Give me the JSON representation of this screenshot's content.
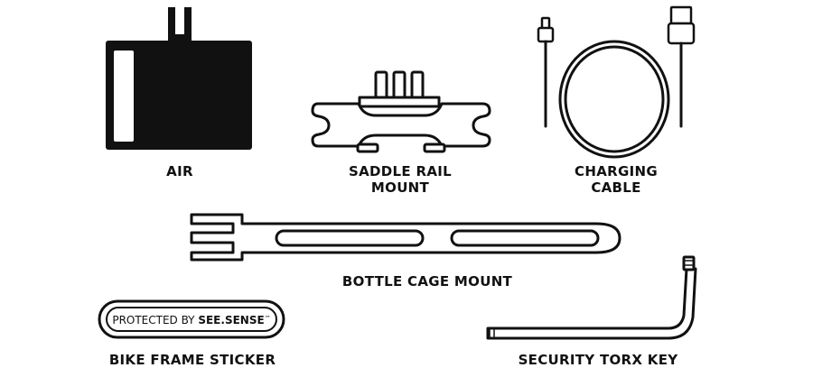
{
  "items": [
    {
      "id": "air",
      "lines": [
        "AIR"
      ]
    },
    {
      "id": "saddle_rail_mount",
      "lines": [
        "SADDLE RAIL",
        "MOUNT"
      ]
    },
    {
      "id": "charging_cable",
      "lines": [
        "CHARGING",
        "CABLE"
      ]
    },
    {
      "id": "bottle_cage_mount",
      "lines": [
        "BOTTLE CAGE MOUNT"
      ]
    },
    {
      "id": "bike_frame_sticker",
      "lines": [
        "BIKE FRAME STICKER"
      ]
    },
    {
      "id": "security_torx_key",
      "lines": [
        "SECURITY TORX KEY"
      ]
    }
  ],
  "sticker": {
    "text_plain": "PROTECTED BY",
    "text_brand": "SEE.SENSE",
    "trademark": "™"
  },
  "colors": {
    "ink": "#111111",
    "background": "#ffffff"
  }
}
